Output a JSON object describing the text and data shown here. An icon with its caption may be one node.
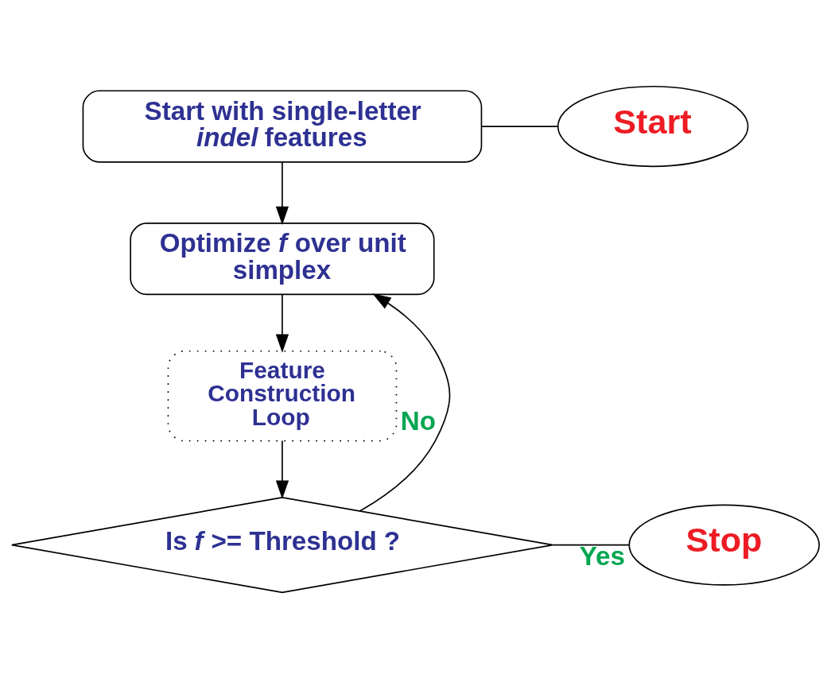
{
  "diagram": {
    "nodes": [
      {
        "text": [
          "Start with single-letter *indel* features"
        ]
      },
      {
        "text": [
          "Start"
        ]
      },
      {
        "text": [
          "Optimize *f* over unit simplex"
        ]
      },
      {
        "text": [
          "Feature Construction Loop"
        ]
      },
      {
        "text": [
          "Is *f* >= Threshold ?"
        ]
      },
      {
        "text": [
          "Stop"
        ]
      }
    ],
    "edges": [
      {
        "from": 0,
        "to": 1,
        "arrow": "none"
      },
      {
        "from": 0,
        "to": 2,
        "arrow": "to"
      },
      {
        "from": 2,
        "to": 3,
        "arrow": "to"
      },
      {
        "from": 3,
        "to": 4,
        "arrow": "to"
      },
      {
        "from": 4,
        "to": 5,
        "arrow": "none",
        "label": "Yes"
      },
      {
        "from": 4,
        "to": 2,
        "arrow": "to",
        "label": "No"
      }
    ]
  }
}
